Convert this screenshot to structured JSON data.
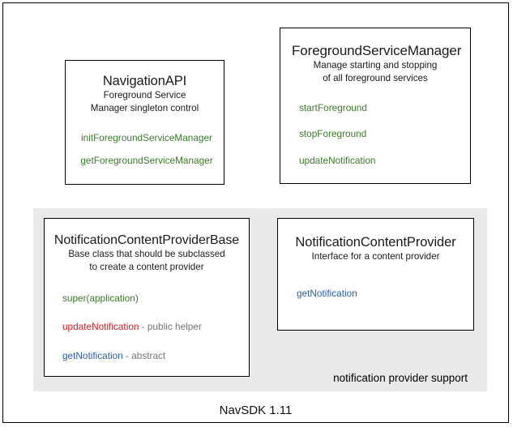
{
  "diagram": {
    "footer_label": "NavSDK 1.11",
    "group": {
      "label": "notification provider support"
    },
    "colors": {
      "green": "#3a7a2a",
      "red": "#cc2222",
      "blue": "#2a5caa",
      "gray_panel": "#e9e9e9",
      "border": "#000000",
      "suffix_gray": "#757575"
    },
    "cards": [
      {
        "id": "navigation-api",
        "title": "NavigationAPI",
        "desc_line1": "Foreground Service",
        "desc_line2": "Manager singleton control",
        "methods": [
          {
            "name": "initForegroundServiceManager",
            "suffix": "",
            "color": "green"
          },
          {
            "name": "getForegroundServiceManager",
            "suffix": "",
            "color": "green"
          }
        ]
      },
      {
        "id": "foreground-service-manager",
        "title": "ForegroundServiceManager",
        "desc_line1": "Manage starting and stopping",
        "desc_line2": "of all foreground services",
        "methods": [
          {
            "name": "startForeground",
            "suffix": "",
            "color": "green"
          },
          {
            "name": "stopForeground",
            "suffix": "",
            "color": "green"
          },
          {
            "name": "updateNotification",
            "suffix": "",
            "color": "green"
          }
        ]
      },
      {
        "id": "notification-content-provider-base",
        "title": "NotificationContentProviderBase",
        "desc_line1": "Base class that should be subclassed",
        "desc_line2": "to create a content provider",
        "methods": [
          {
            "name": "super(application)",
            "suffix": "",
            "color": "green"
          },
          {
            "name": "updateNotification",
            "suffix": " - public helper",
            "color": "red"
          },
          {
            "name": "getNotification",
            "suffix": " - abstract",
            "color": "blue"
          }
        ]
      },
      {
        "id": "notification-content-provider",
        "title": "NotificationContentProvider",
        "desc_line1": "Interface for a content provider",
        "desc_line2": "",
        "methods": [
          {
            "name": "getNotification",
            "suffix": "",
            "color": "blue"
          }
        ]
      }
    ]
  }
}
